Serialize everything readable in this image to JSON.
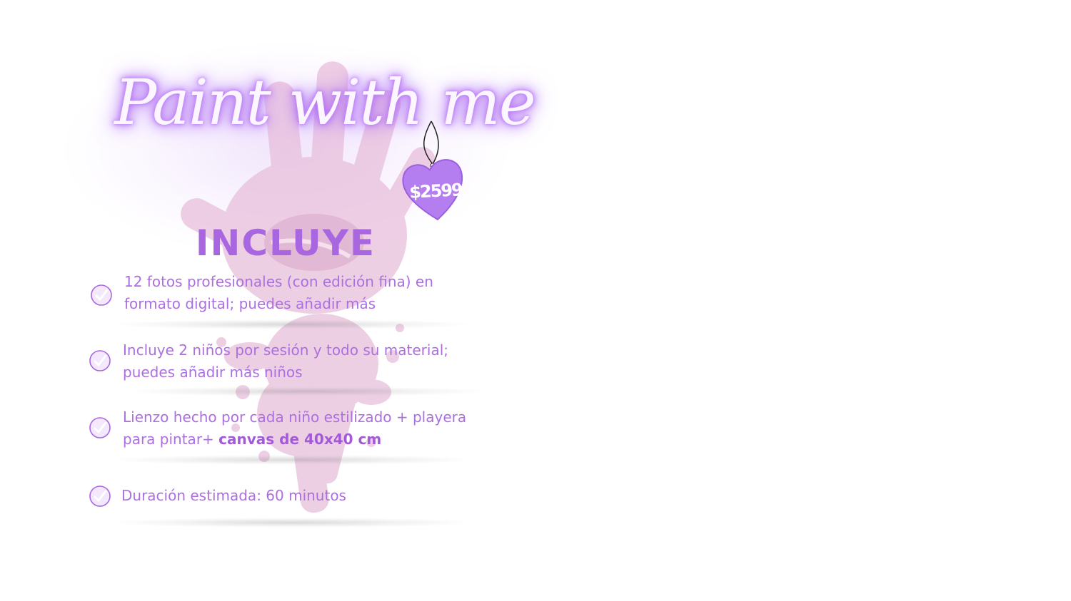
{
  "title": "Paint with me",
  "price": "$2599",
  "heading": "INCLUYE",
  "items": [
    {
      "text": "12 fotos profesionales (con edición fina) en formato digital; puedes añadir más"
    },
    {
      "text": "Incluye 2 niños por sesión y todo su material; puedes añadir más niños"
    },
    {
      "text": "Lienzo hecho por cada niño estilizado + playera para pintar+ ",
      "bold": "canvas de 40x40 cm"
    },
    {
      "text": "Duración estimada: 60 minutos"
    }
  ],
  "colors": {
    "accent": "#a866e0",
    "heart": "#b57ef0",
    "handprint": "#e8bfdc",
    "neon_glow": "#b06cf5"
  },
  "icons": {
    "check": "check-circle-icon",
    "heart": "heart-tag-icon",
    "handprint": "handprint-splash-image"
  }
}
